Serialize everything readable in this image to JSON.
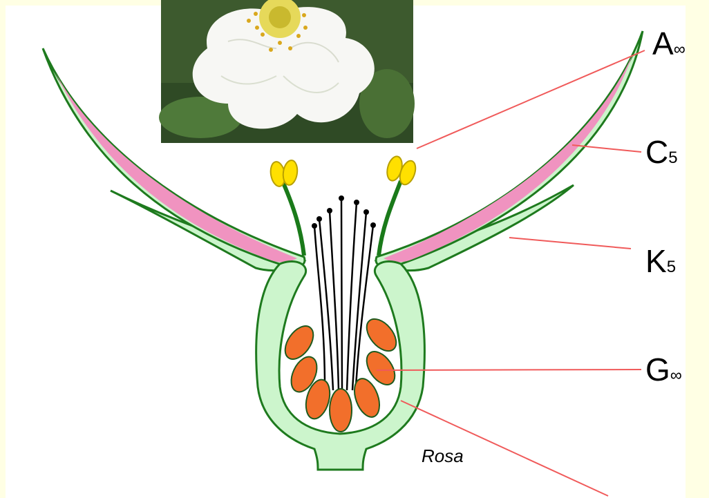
{
  "caption": "Rosa",
  "formula": [
    {
      "letter": "A",
      "subscript": "∞"
    },
    {
      "letter": "C",
      "subscript": "5"
    },
    {
      "letter": "K",
      "subscript": "5"
    },
    {
      "letter": "G",
      "subscript": "∞"
    }
  ],
  "colors": {
    "background": "#ffffe4",
    "receptacle_fill": "#ccf5cc",
    "outline": "#1e7a1e",
    "petal": "#f093c0",
    "anther": "#ffe000",
    "carpel": "#f26f2b",
    "pointer_line": "#f05a5a"
  }
}
